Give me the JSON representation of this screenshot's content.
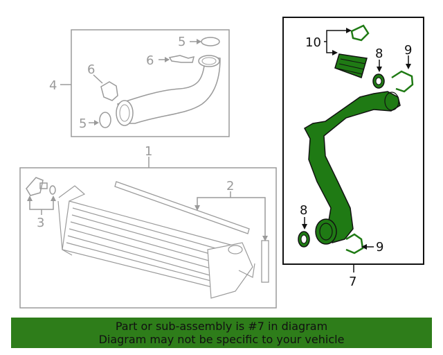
{
  "callouts": {
    "c1": "1",
    "c2": "2",
    "c3": "3",
    "c4": "4",
    "c5a": "5",
    "c5b": "5",
    "c6a": "6",
    "c6b": "6",
    "c7": "7",
    "c8a": "8",
    "c8b": "8",
    "c9a": "9",
    "c9b": "9",
    "c10": "10"
  },
  "banner": {
    "line1": "Part or sub-assembly is #7 in diagram",
    "line2": "Diagram may not be specific to your vehicle"
  },
  "colors": {
    "highlight_part": "#1f7a14",
    "banner_bg": "#2e7d1a",
    "muted_line": "#9a9a9a",
    "active_line": "#111111"
  }
}
